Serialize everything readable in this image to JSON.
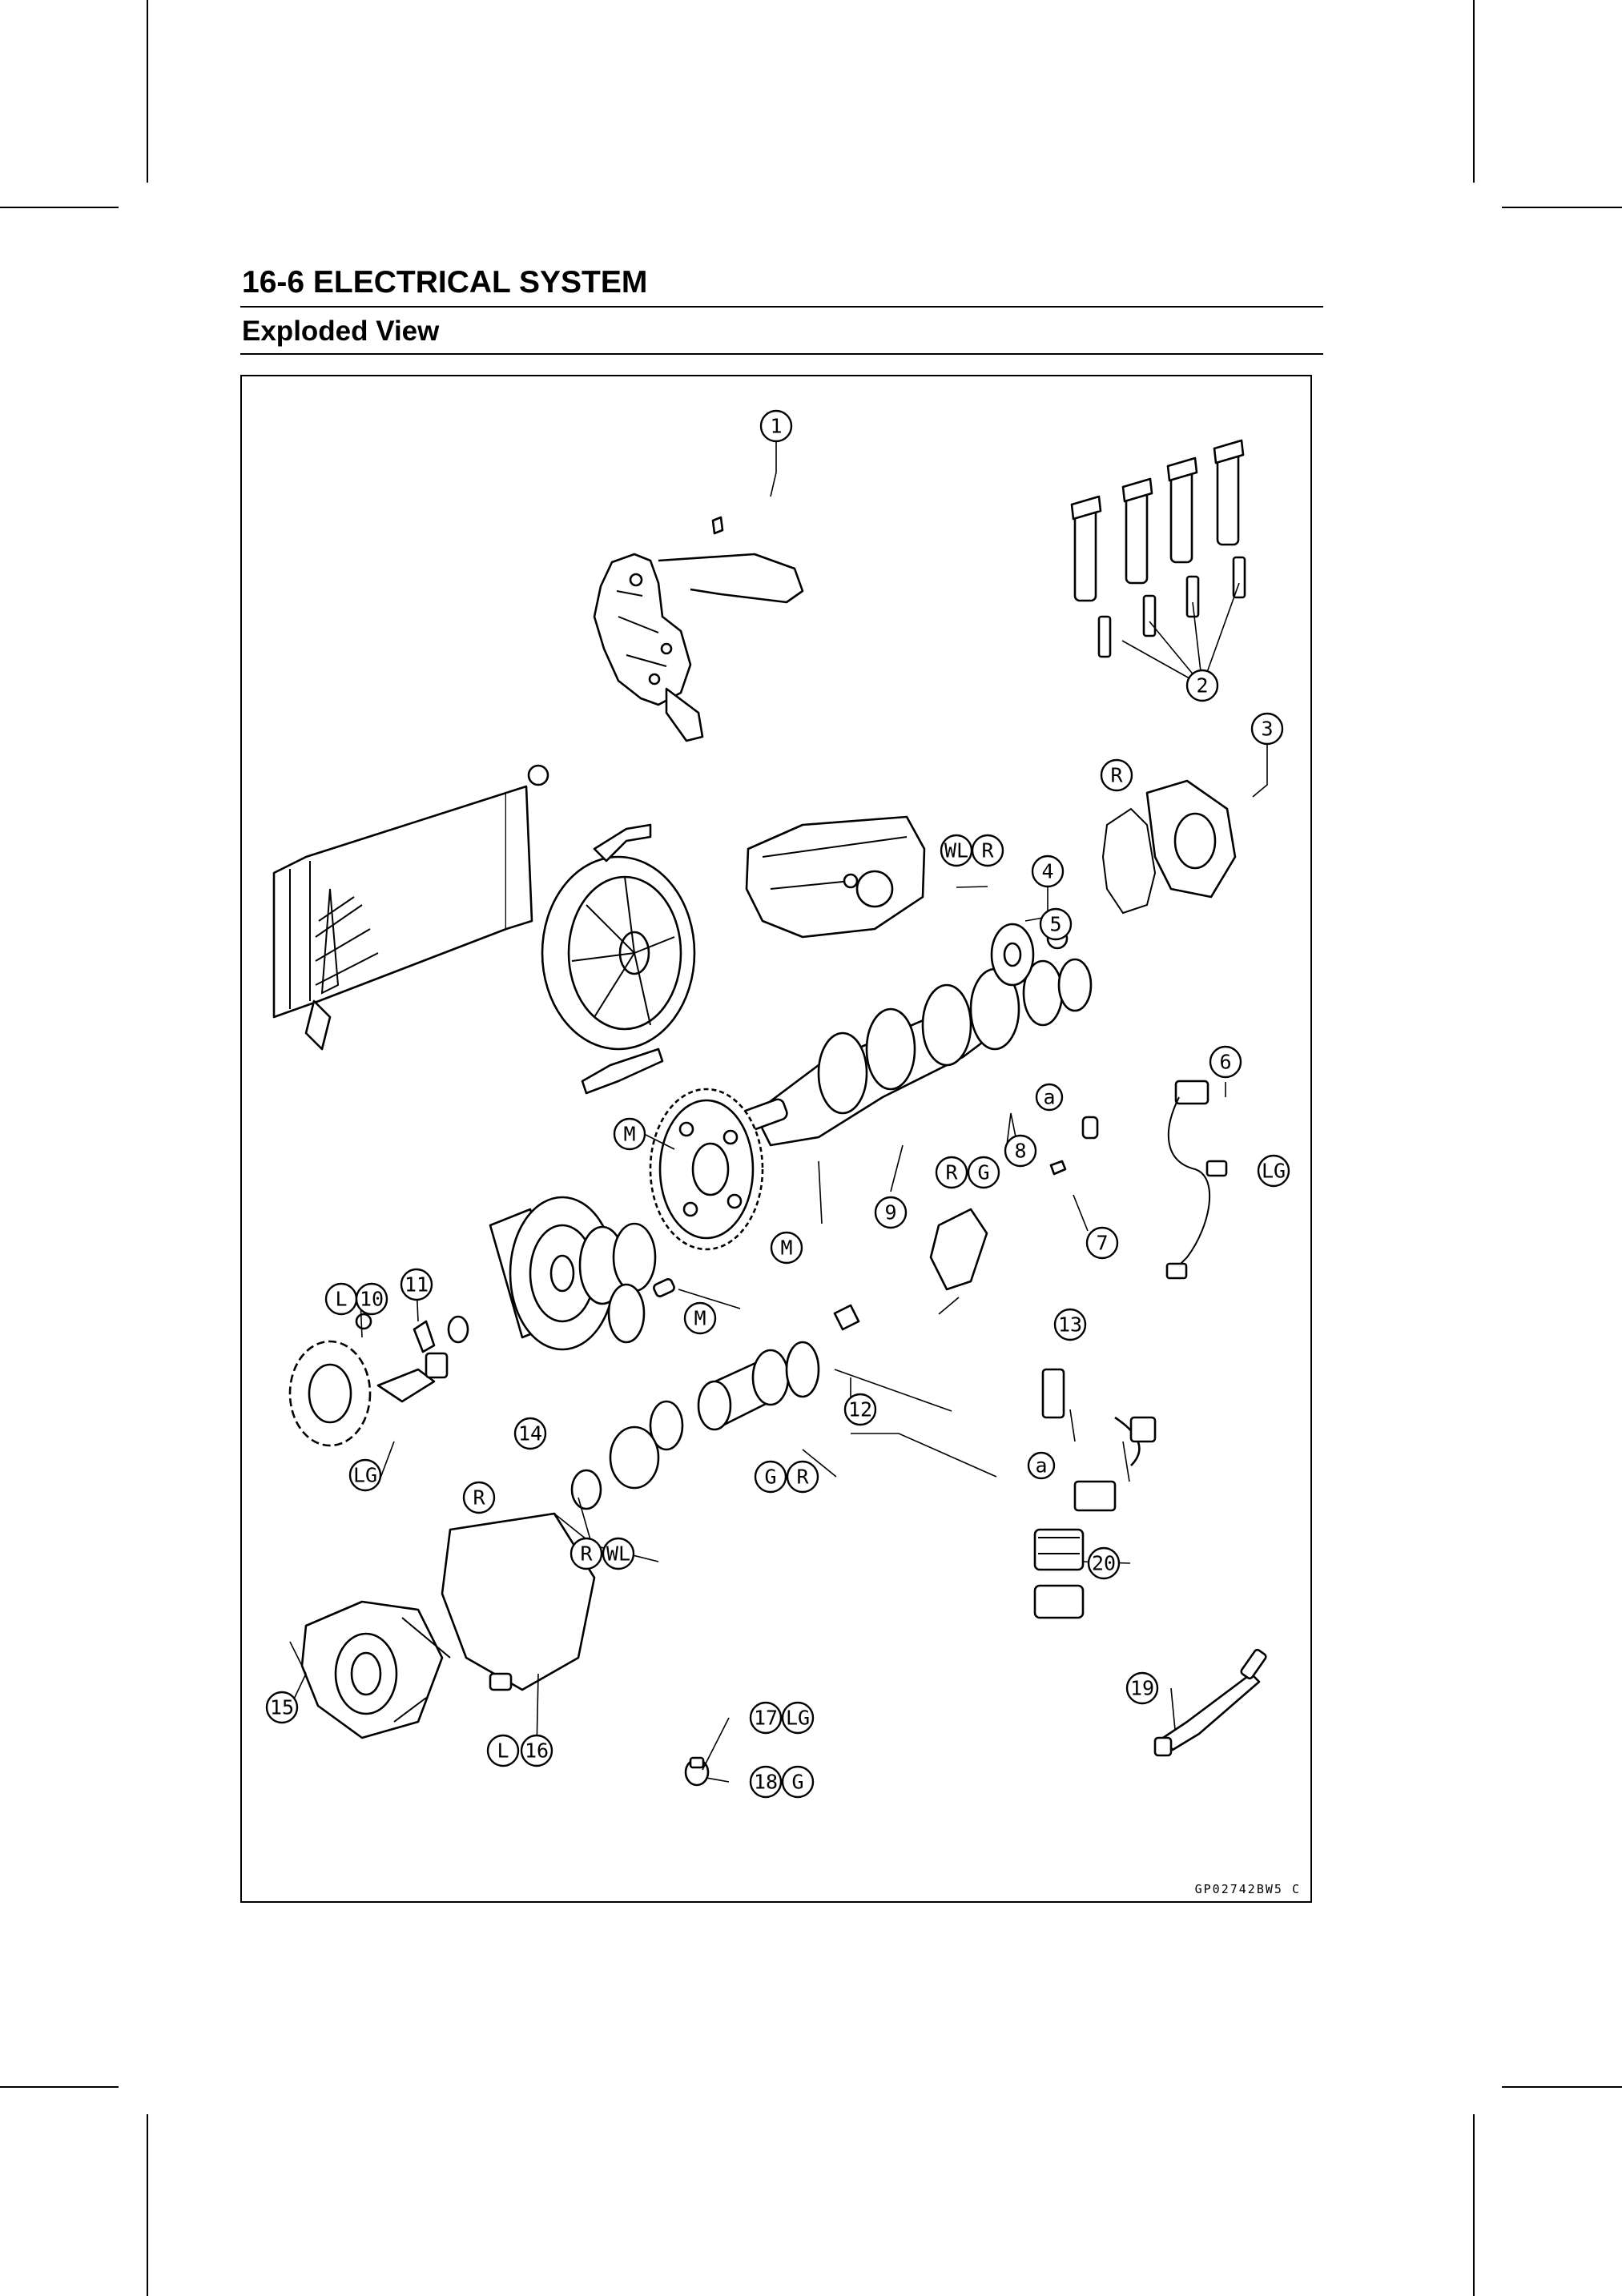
{
  "header": {
    "section_title": "16-6 ELECTRICAL SYSTEM",
    "subsection_title": "Exploded View"
  },
  "figure": {
    "code": "GP02742BW5 C",
    "callouts": {
      "c1": "1",
      "c2": "2",
      "c3": "3",
      "c4": "4",
      "c5": "5",
      "c6": "6",
      "c7": "7",
      "c8": "8",
      "c9": "9",
      "c10": "10",
      "c11": "11",
      "c12": "12",
      "c13": "13",
      "c14": "14",
      "c15": "15",
      "c16": "16",
      "c17": "17",
      "c18": "18",
      "c19": "19",
      "c20": "20"
    },
    "marks": {
      "R": "R",
      "WL": "WL",
      "G": "G",
      "M": "M",
      "L": "L",
      "LG": "LG",
      "a": "a"
    }
  }
}
